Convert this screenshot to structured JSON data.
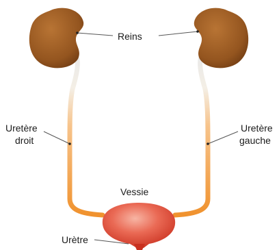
{
  "labels": {
    "kidneys": "Reins",
    "right_ureter_line1": "Uretère",
    "right_ureter_line2": "droit",
    "left_ureter_line1": "Uretère",
    "left_ureter_line2": "gauche",
    "bladder": "Vessie",
    "urethra": "Urètre"
  },
  "colors": {
    "kidney": "#9a5a23",
    "kidney_dark": "#6e3a12",
    "ureter": "#f39a3a",
    "ureter_light": "#f2efe9",
    "bladder": "#e04a35",
    "bladder_light": "#f7b5a4",
    "leader_line": "#555555"
  }
}
